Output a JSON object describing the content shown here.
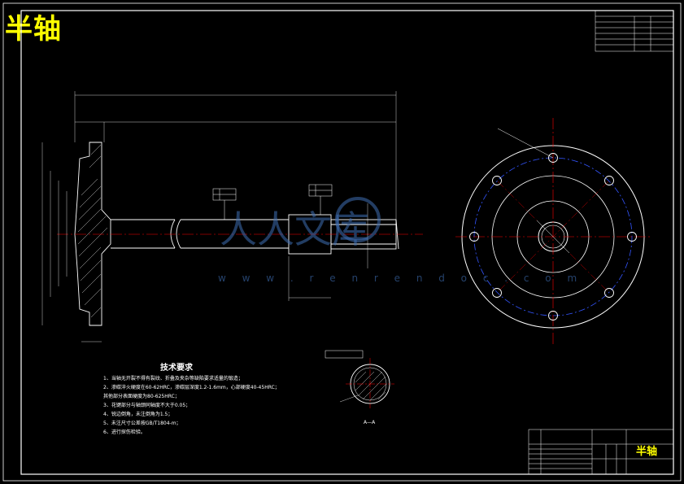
{
  "drawing": {
    "part_name": "半轴",
    "title_block_name": "半轴",
    "section_label": "A—A",
    "tech_requirements": {
      "title": "技术要求",
      "items": [
        "1、当轴无开裂不得有裂纹、折叠及夹杂等缺陷要求适量的锻造；",
        "2、渗碳淬火硬度在60-62HRC，渗碳层深度1.2-1.6mm，心部硬度40-45HRC；",
        "   其他部分表面硬度为80-625HRC；",
        "3、花键部分与轴颈同轴度不大于0.05；",
        "4、锐边倒角，未注倒角为1.5；",
        "5、未注尺寸公差按GB/T1804-m；",
        "6、进行探伤检验。"
      ]
    },
    "watermark": {
      "cn": "人人文库",
      "url": "w w w . r e n r e n d o c . c o m"
    },
    "colors": {
      "background": "#000000",
      "lines": "#ffffff",
      "center_lines": "#ff0000",
      "title": "#ffff00",
      "pitch_circle": "#3355ff",
      "watermark": "#3f6fb5"
    }
  }
}
